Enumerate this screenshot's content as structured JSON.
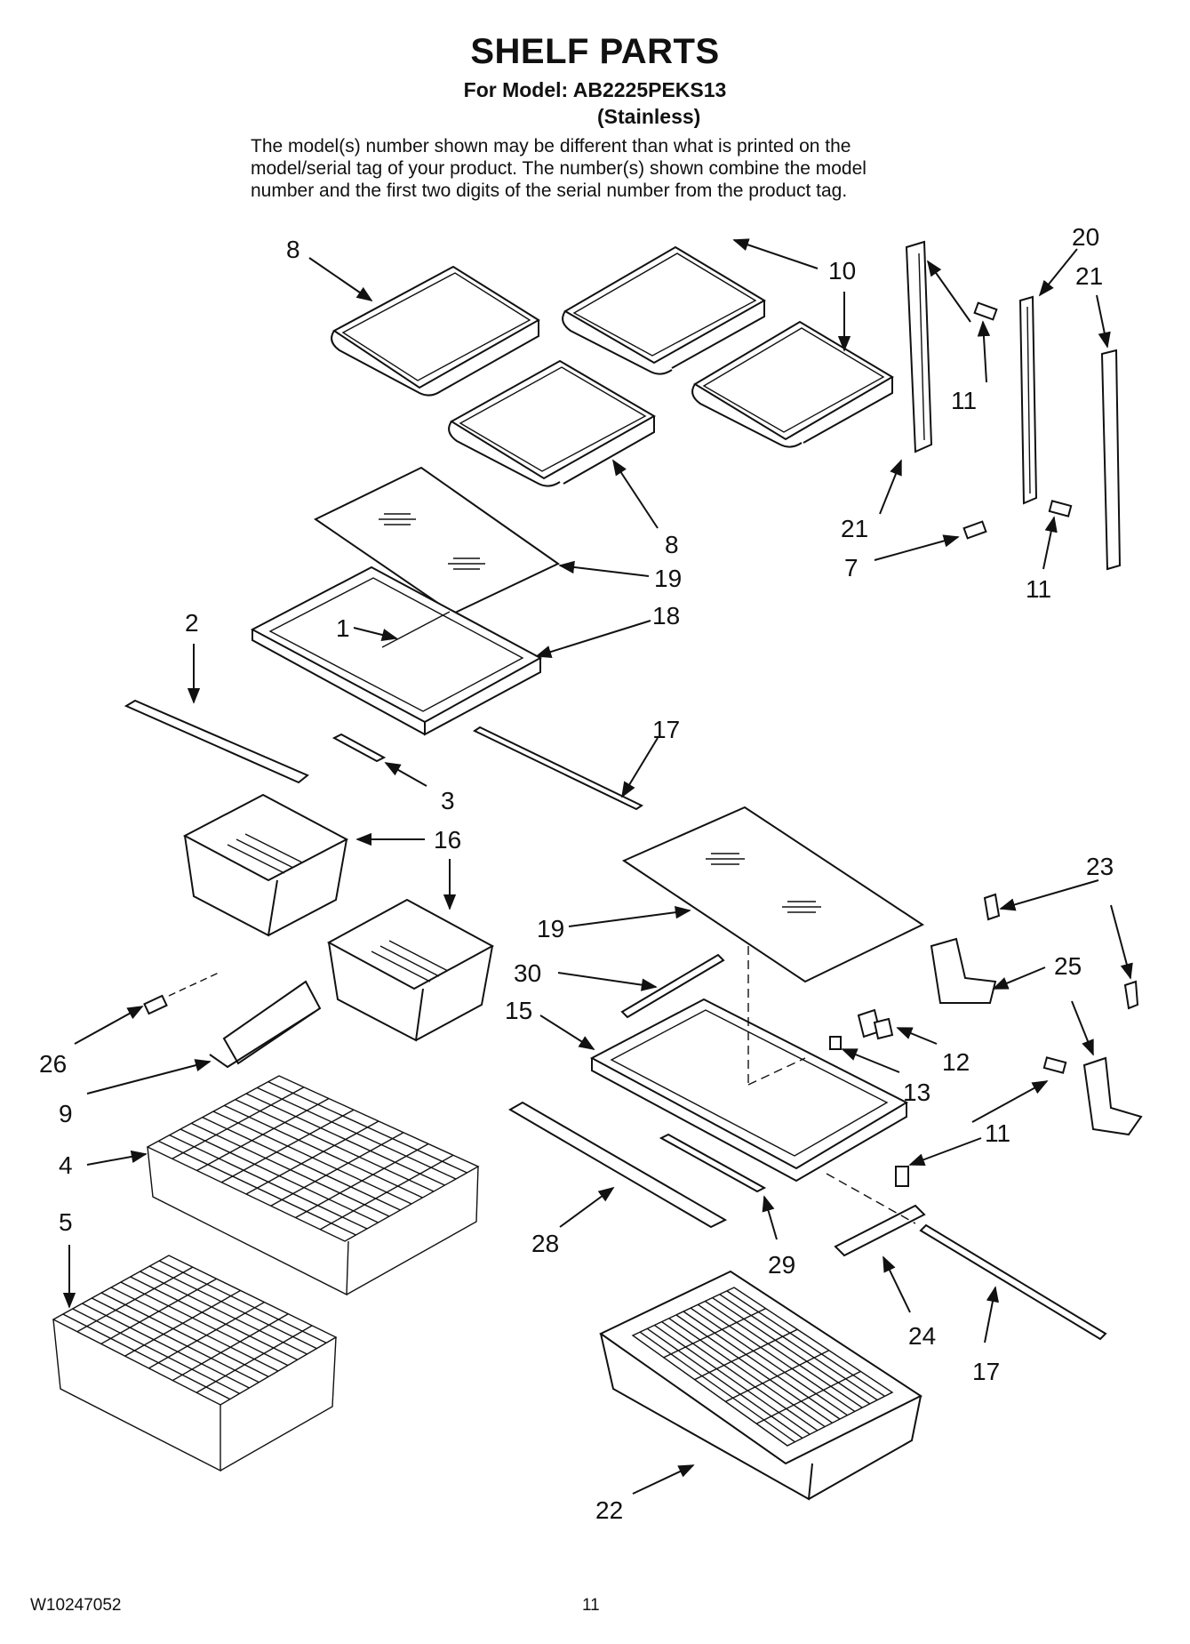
{
  "header": {
    "title": "SHELF PARTS",
    "model_line": "For Model: AB2225PEKS13",
    "finish_line": "(Stainless)",
    "description": [
      "The model(s) number shown may be different than what is printed on the",
      "model/serial tag of your product. The number(s) shown combine the model",
      "number and the first two digits of the serial number from the product tag."
    ]
  },
  "callouts": [
    {
      "id": "c8a",
      "label": "8"
    },
    {
      "id": "c10",
      "label": "10"
    },
    {
      "id": "c20",
      "label": "20"
    },
    {
      "id": "c21a",
      "label": "21"
    },
    {
      "id": "c11a",
      "label": "11"
    },
    {
      "id": "c21b",
      "label": "21"
    },
    {
      "id": "c8b",
      "label": "8"
    },
    {
      "id": "c19a",
      "label": "19"
    },
    {
      "id": "c7",
      "label": "7"
    },
    {
      "id": "c11b",
      "label": "11"
    },
    {
      "id": "c2",
      "label": "2"
    },
    {
      "id": "c1",
      "label": "1"
    },
    {
      "id": "c18",
      "label": "18"
    },
    {
      "id": "c17a",
      "label": "17"
    },
    {
      "id": "c3",
      "label": "3"
    },
    {
      "id": "c16",
      "label": "16"
    },
    {
      "id": "c23",
      "label": "23"
    },
    {
      "id": "c19b",
      "label": "19"
    },
    {
      "id": "c30",
      "label": "30"
    },
    {
      "id": "c25",
      "label": "25"
    },
    {
      "id": "c15",
      "label": "15"
    },
    {
      "id": "c12",
      "label": "12"
    },
    {
      "id": "c26",
      "label": "26"
    },
    {
      "id": "c13",
      "label": "13"
    },
    {
      "id": "c9",
      "label": "9"
    },
    {
      "id": "c11c",
      "label": "11"
    },
    {
      "id": "c4",
      "label": "4"
    },
    {
      "id": "c5",
      "label": "5"
    },
    {
      "id": "c28",
      "label": "28"
    },
    {
      "id": "c29",
      "label": "29"
    },
    {
      "id": "c24",
      "label": "24"
    },
    {
      "id": "c17b",
      "label": "17"
    },
    {
      "id": "c22",
      "label": "22"
    }
  ],
  "footer": {
    "doc_number": "W10247052",
    "page_number": "11"
  }
}
